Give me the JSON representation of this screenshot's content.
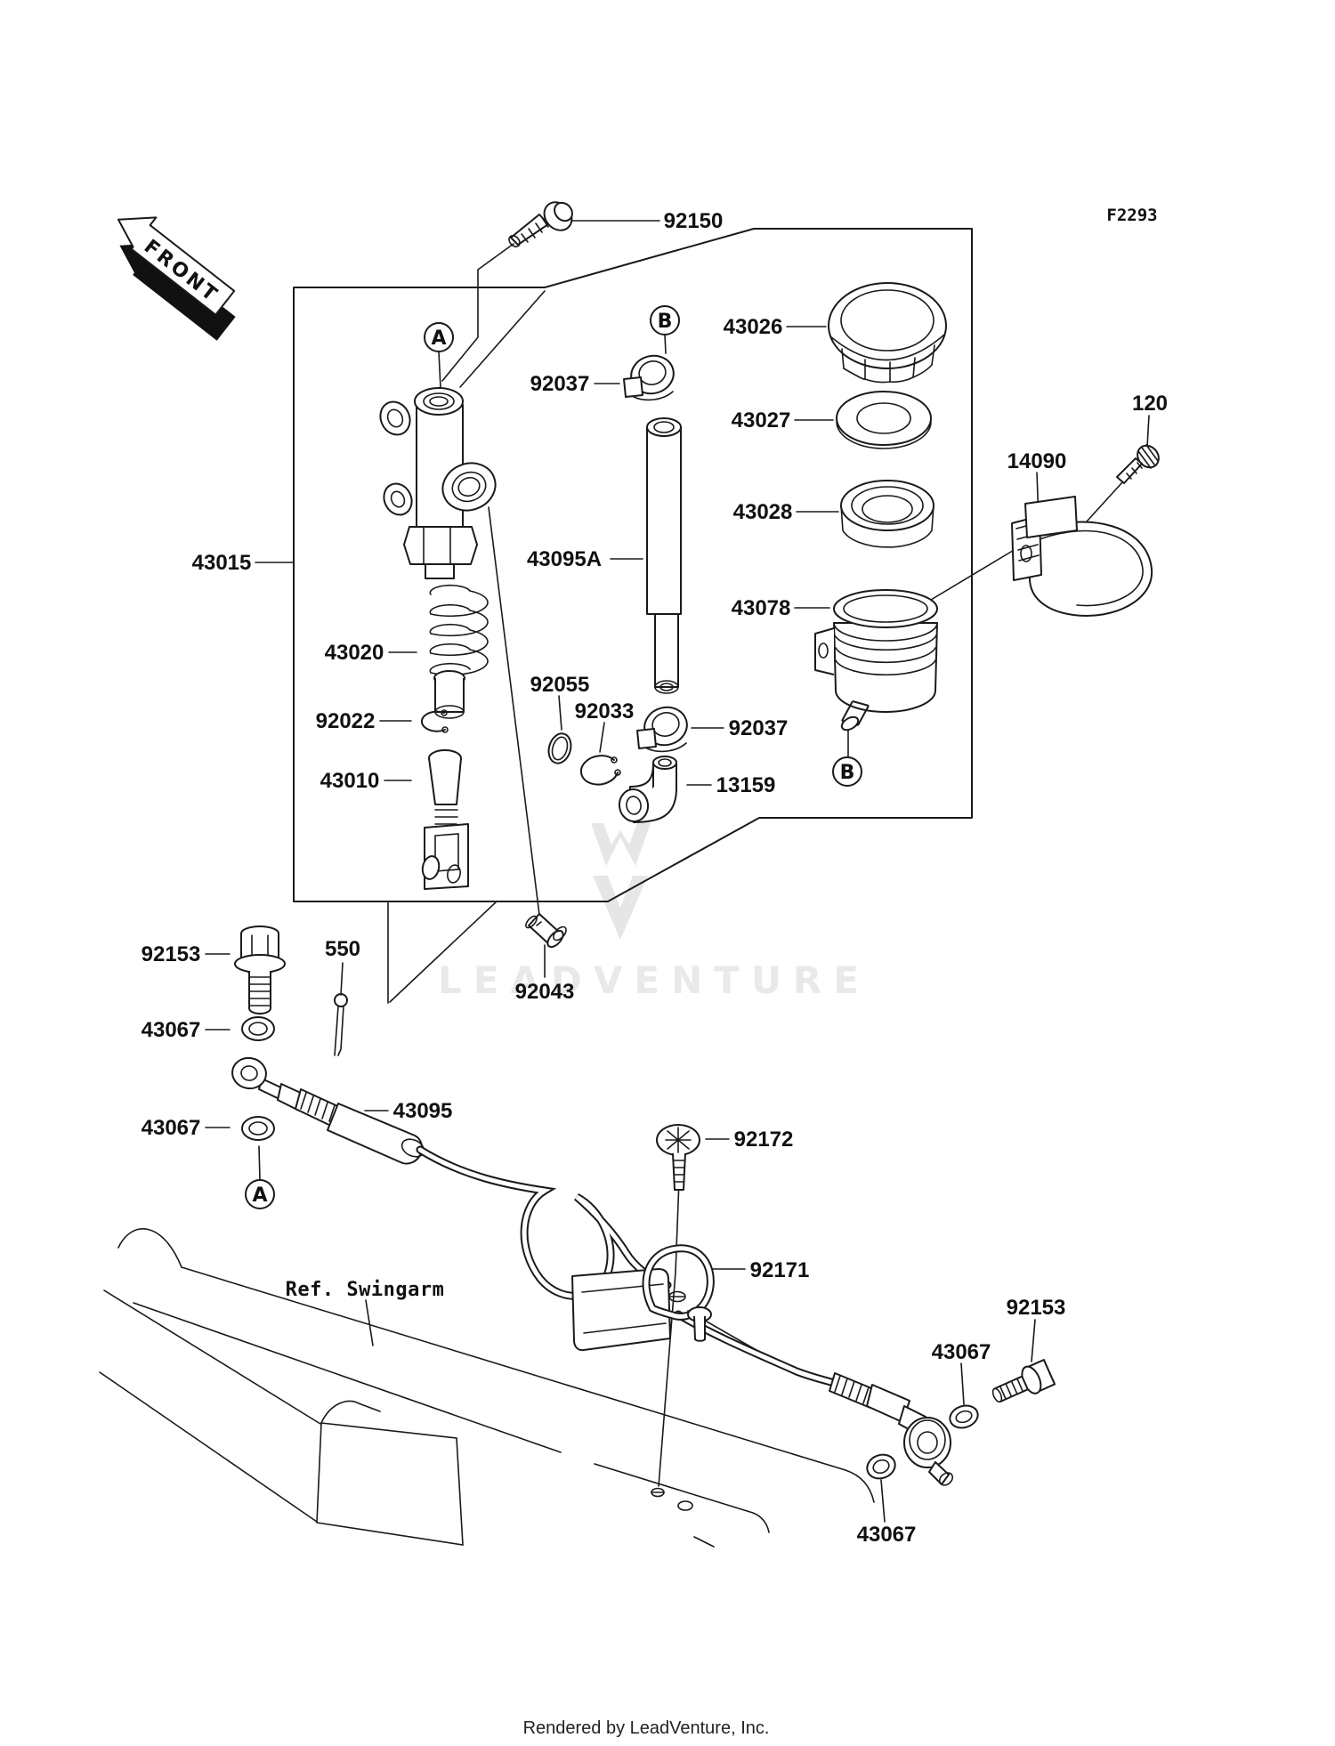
{
  "meta": {
    "figure_code": "F2293",
    "front_label": "FRONT",
    "ref_swingarm": "Ref. Swingarm",
    "watermark_text": "LEADVENTURE",
    "footer_text": "Rendered by LeadVenture, Inc.",
    "line_color": "#1a1a1a",
    "watermark_color": "#e9e9e9"
  },
  "callouts": {
    "a": "A",
    "b": "B"
  },
  "labels": {
    "l92150": "92150",
    "l43026": "43026",
    "l92037_top": "92037",
    "l43027": "43027",
    "l43028": "43028",
    "l120": "120",
    "l14090": "14090",
    "l43015": "43015",
    "l43095a": "43095A",
    "l43078": "43078",
    "l43020": "43020",
    "l92055": "92055",
    "l92033": "92033",
    "l92022": "92022",
    "l92037_mid": "92037",
    "l43010": "43010",
    "l13159": "13159",
    "l92153_left": "92153",
    "l550": "550",
    "l43067_left1": "43067",
    "l92043": "92043",
    "l43067_left2": "43067",
    "l43095": "43095",
    "l92172": "92172",
    "l92171": "92171",
    "l92153_right": "92153",
    "l43067_right1": "43067",
    "l43067_right2": "43067"
  }
}
